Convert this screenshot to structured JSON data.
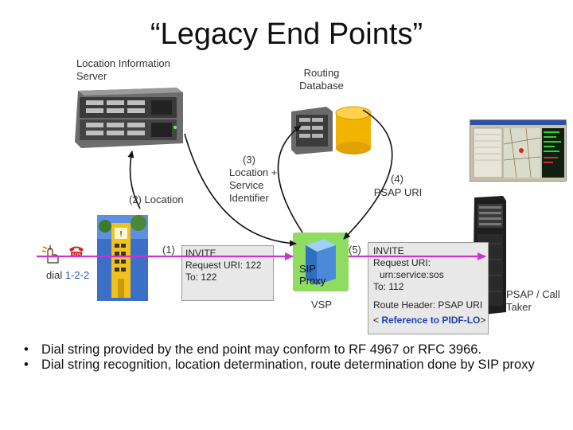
{
  "title": "“Legacy End Points”",
  "lis_label": "Location Information Server",
  "routing_label": "Routing Database",
  "step2_label": "(2)  Location",
  "step3": {
    "num": "(3)",
    "text": "Location + Service Identifier"
  },
  "step4": {
    "num": "(4)",
    "text": "PSAP URI"
  },
  "step1": {
    "num": "(1)",
    "line1": "INVITE",
    "line2": "Request URI: 122",
    "line3": "To: 122"
  },
  "step5": {
    "num": "(5)",
    "line1": "INVITE",
    "line2": "Request URI:",
    "line3": "urn:service:sos",
    "line4": "To: 112",
    "line5": "Route Header: PSAP URI",
    "line6_prefix": "< ",
    "line6_link": "Reference to PIDF-LO",
    "line6_suffix": ">"
  },
  "dial": {
    "prefix": "dial ",
    "number": "1-2-2"
  },
  "sip_proxy": "SIP Proxy",
  "vsp_label": "VSP",
  "psap_label": "PSAP / Call Taker",
  "bullets": [
    "Dial string provided by the end point may conform to RF 4967 or RFC 3966.",
    "Dial string recognition, location determination, route determination done by SIP proxy"
  ],
  "colors": {
    "arrow": "#cc33cc",
    "proxy_bg": "#90e060",
    "server_blue": "#2e6fbf",
    "db_gold": "#f2b400"
  }
}
